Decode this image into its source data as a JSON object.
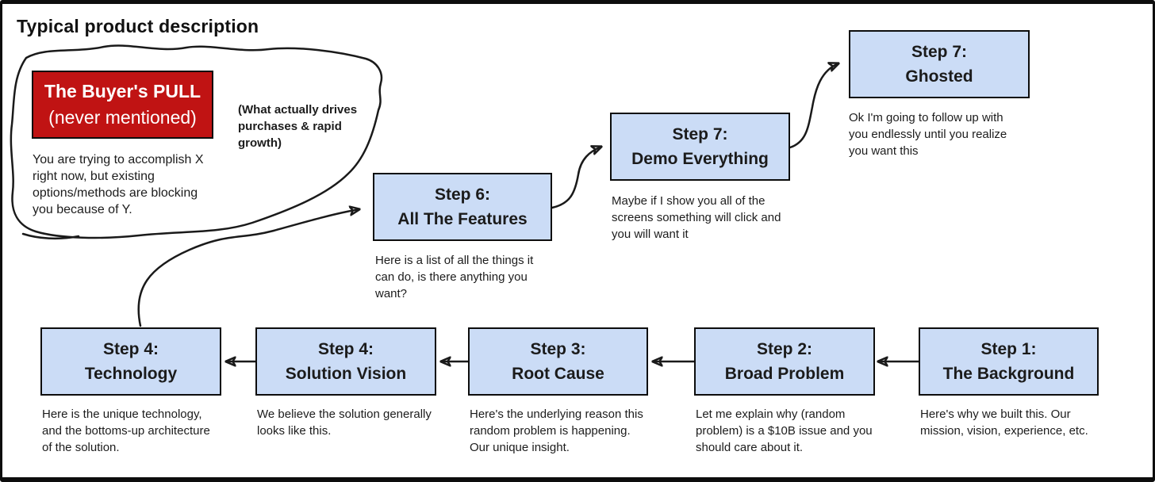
{
  "title": "Typical product description",
  "colors": {
    "box_fill": "#cbdcf6",
    "box_border": "#0d0d0d",
    "pull_fill": "#c01313",
    "pull_text": "#ffffff",
    "line": "#1a1a1a",
    "text": "#1c1c1c"
  },
  "pull": {
    "heading_line1": "The Buyer's PULL",
    "heading_line2": "(never mentioned)",
    "body": "You are trying to accomplish X\nright now, but existing\noptions/methods are blocking\nyou because of Y.",
    "note": "(What actually drives\npurchases & rapid\ngrowth)"
  },
  "steps": [
    {
      "id": "step-1-background",
      "line1": "Step 1:",
      "line2": "The Background",
      "desc": "Here's why we built this. Our\nmission, vision, experience, etc."
    },
    {
      "id": "step-2-broad-problem",
      "line1": "Step 2:",
      "line2": "Broad Problem",
      "desc": "Let me explain why (random\nproblem) is a $10B issue and you\nshould care about it."
    },
    {
      "id": "step-3-root-cause",
      "line1": "Step 3:",
      "line2": "Root Cause",
      "desc": "Here's the underlying reason this\nrandom problem is happening.\nOur unique insight."
    },
    {
      "id": "step-4-solution-vision",
      "line1": "Step 4:",
      "line2": "Solution Vision",
      "desc": "We believe the solution generally\nlooks like this."
    },
    {
      "id": "step-4-technology",
      "line1": "Step 4:",
      "line2": "Technology",
      "desc": "Here is the unique technology,\nand the bottoms-up architecture\nof the solution."
    },
    {
      "id": "step-6-all-features",
      "line1": "Step 6:",
      "line2": "All The Features",
      "desc": "Here is a list of all the things it\ncan do, is there anything you\nwant?"
    },
    {
      "id": "step-7-demo",
      "line1": "Step 7:",
      "line2": "Demo Everything",
      "desc": "Maybe if I show you all of the\nscreens something will click and\nyou will want it"
    },
    {
      "id": "step-7-ghosted",
      "line1": "Step 7:",
      "line2": "Ghosted",
      "desc": "Ok I'm going to follow up with\nyou endlessly until you realize\nyou want this"
    }
  ]
}
